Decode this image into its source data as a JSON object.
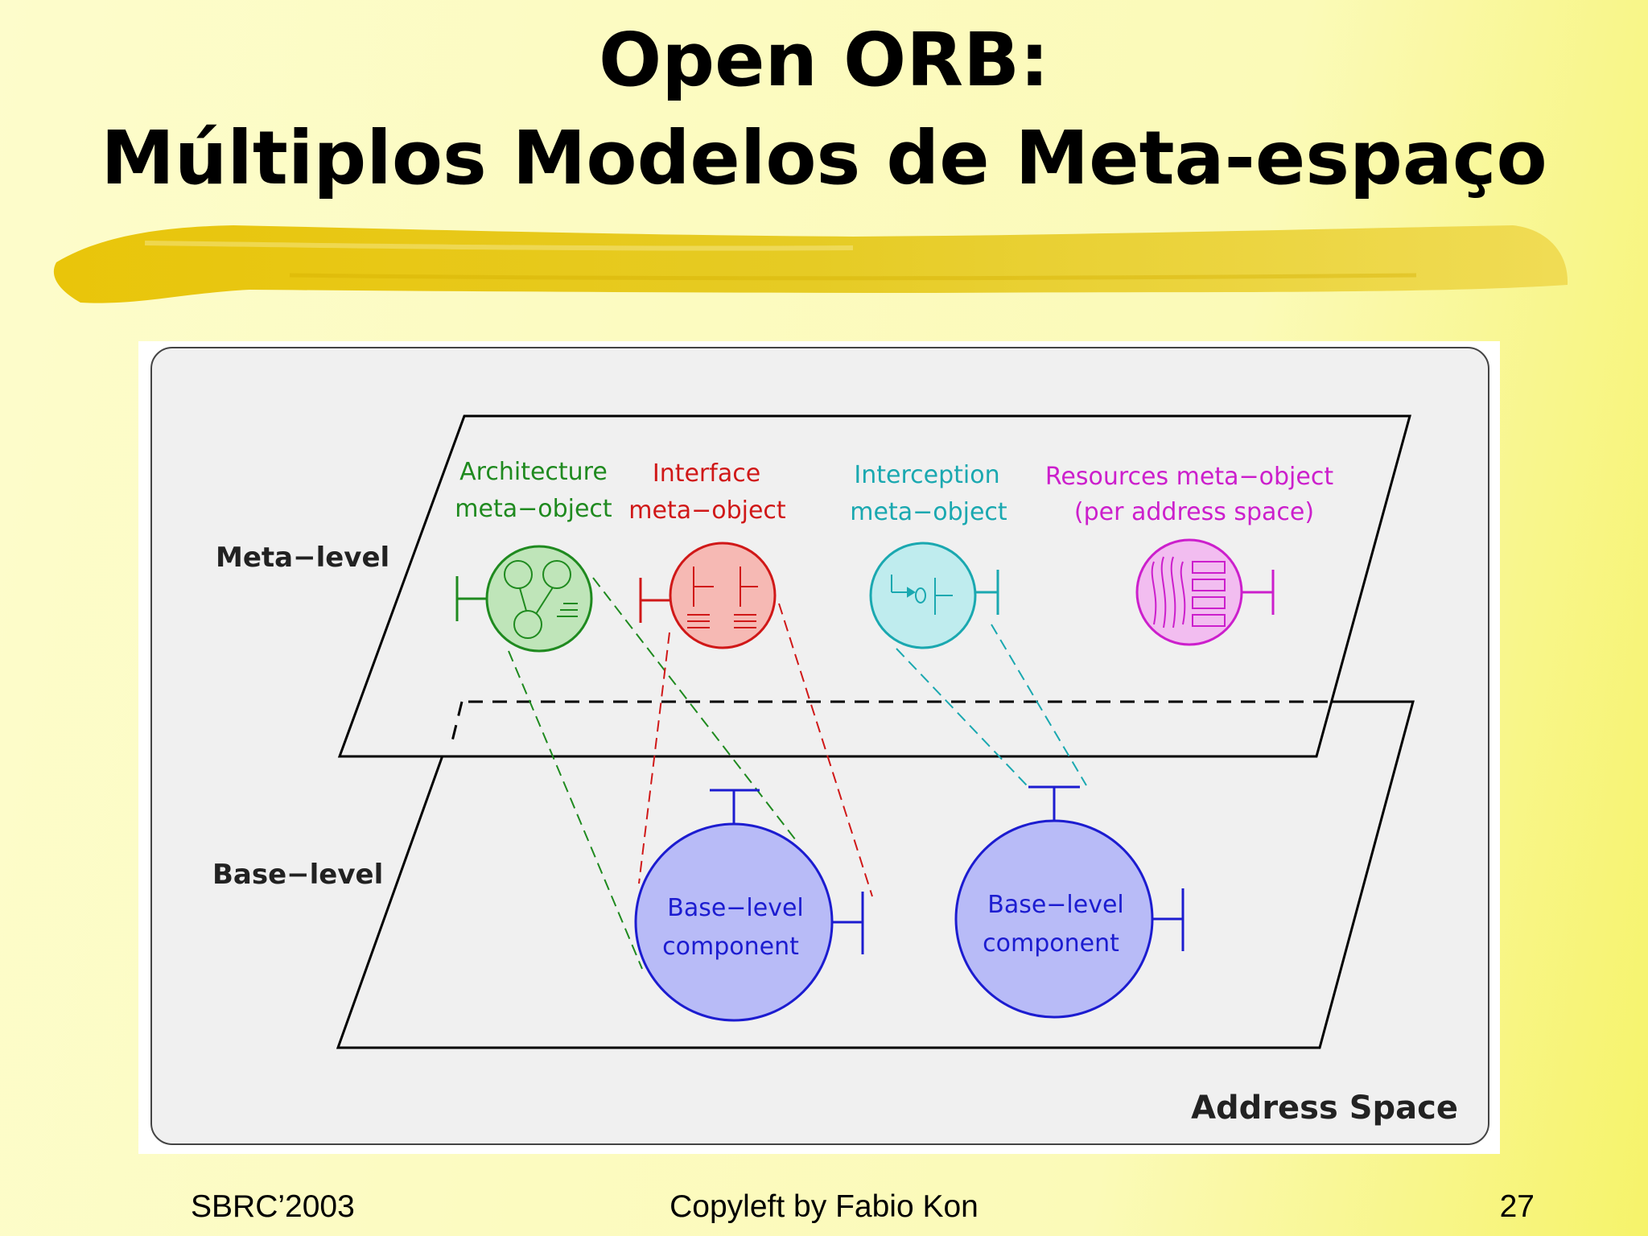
{
  "slide": {
    "title_line1": "Open ORB:",
    "title_line2": "Múltiplos Modelos de Meta-espaço",
    "accent_color": "#e8c90a",
    "background_color": "#fcfbc2"
  },
  "diagram": {
    "meta_level_label": "Meta−level",
    "base_level_label": "Base−level",
    "address_space_label": "Address Space",
    "meta_objects": [
      {
        "line1": "Architecture",
        "line2": "meta−object",
        "color": "#1f8a1f",
        "fill": "#bfe5b9"
      },
      {
        "line1": "Interface",
        "line2": "meta−object",
        "color": "#d01818",
        "fill": "#f6b9b4"
      },
      {
        "line1": "Interception",
        "line2": "meta−object",
        "color": "#1aa8b0",
        "fill": "#bfecee"
      },
      {
        "line1": "Resources meta−object",
        "line2": "(per address space)",
        "color": "#cc1fcc",
        "fill": "#f2bdf0"
      }
    ],
    "base_components": [
      {
        "line1": "Base−level",
        "line2": "component",
        "color": "#1c1cd0",
        "fill": "#b8bbf7"
      },
      {
        "line1": "Base−level",
        "line2": "component",
        "color": "#1c1cd0",
        "fill": "#b8bbf7"
      }
    ]
  },
  "footer": {
    "left": "SBRC’2003",
    "center": "Copyleft by Fabio Kon",
    "page_number": "27"
  }
}
